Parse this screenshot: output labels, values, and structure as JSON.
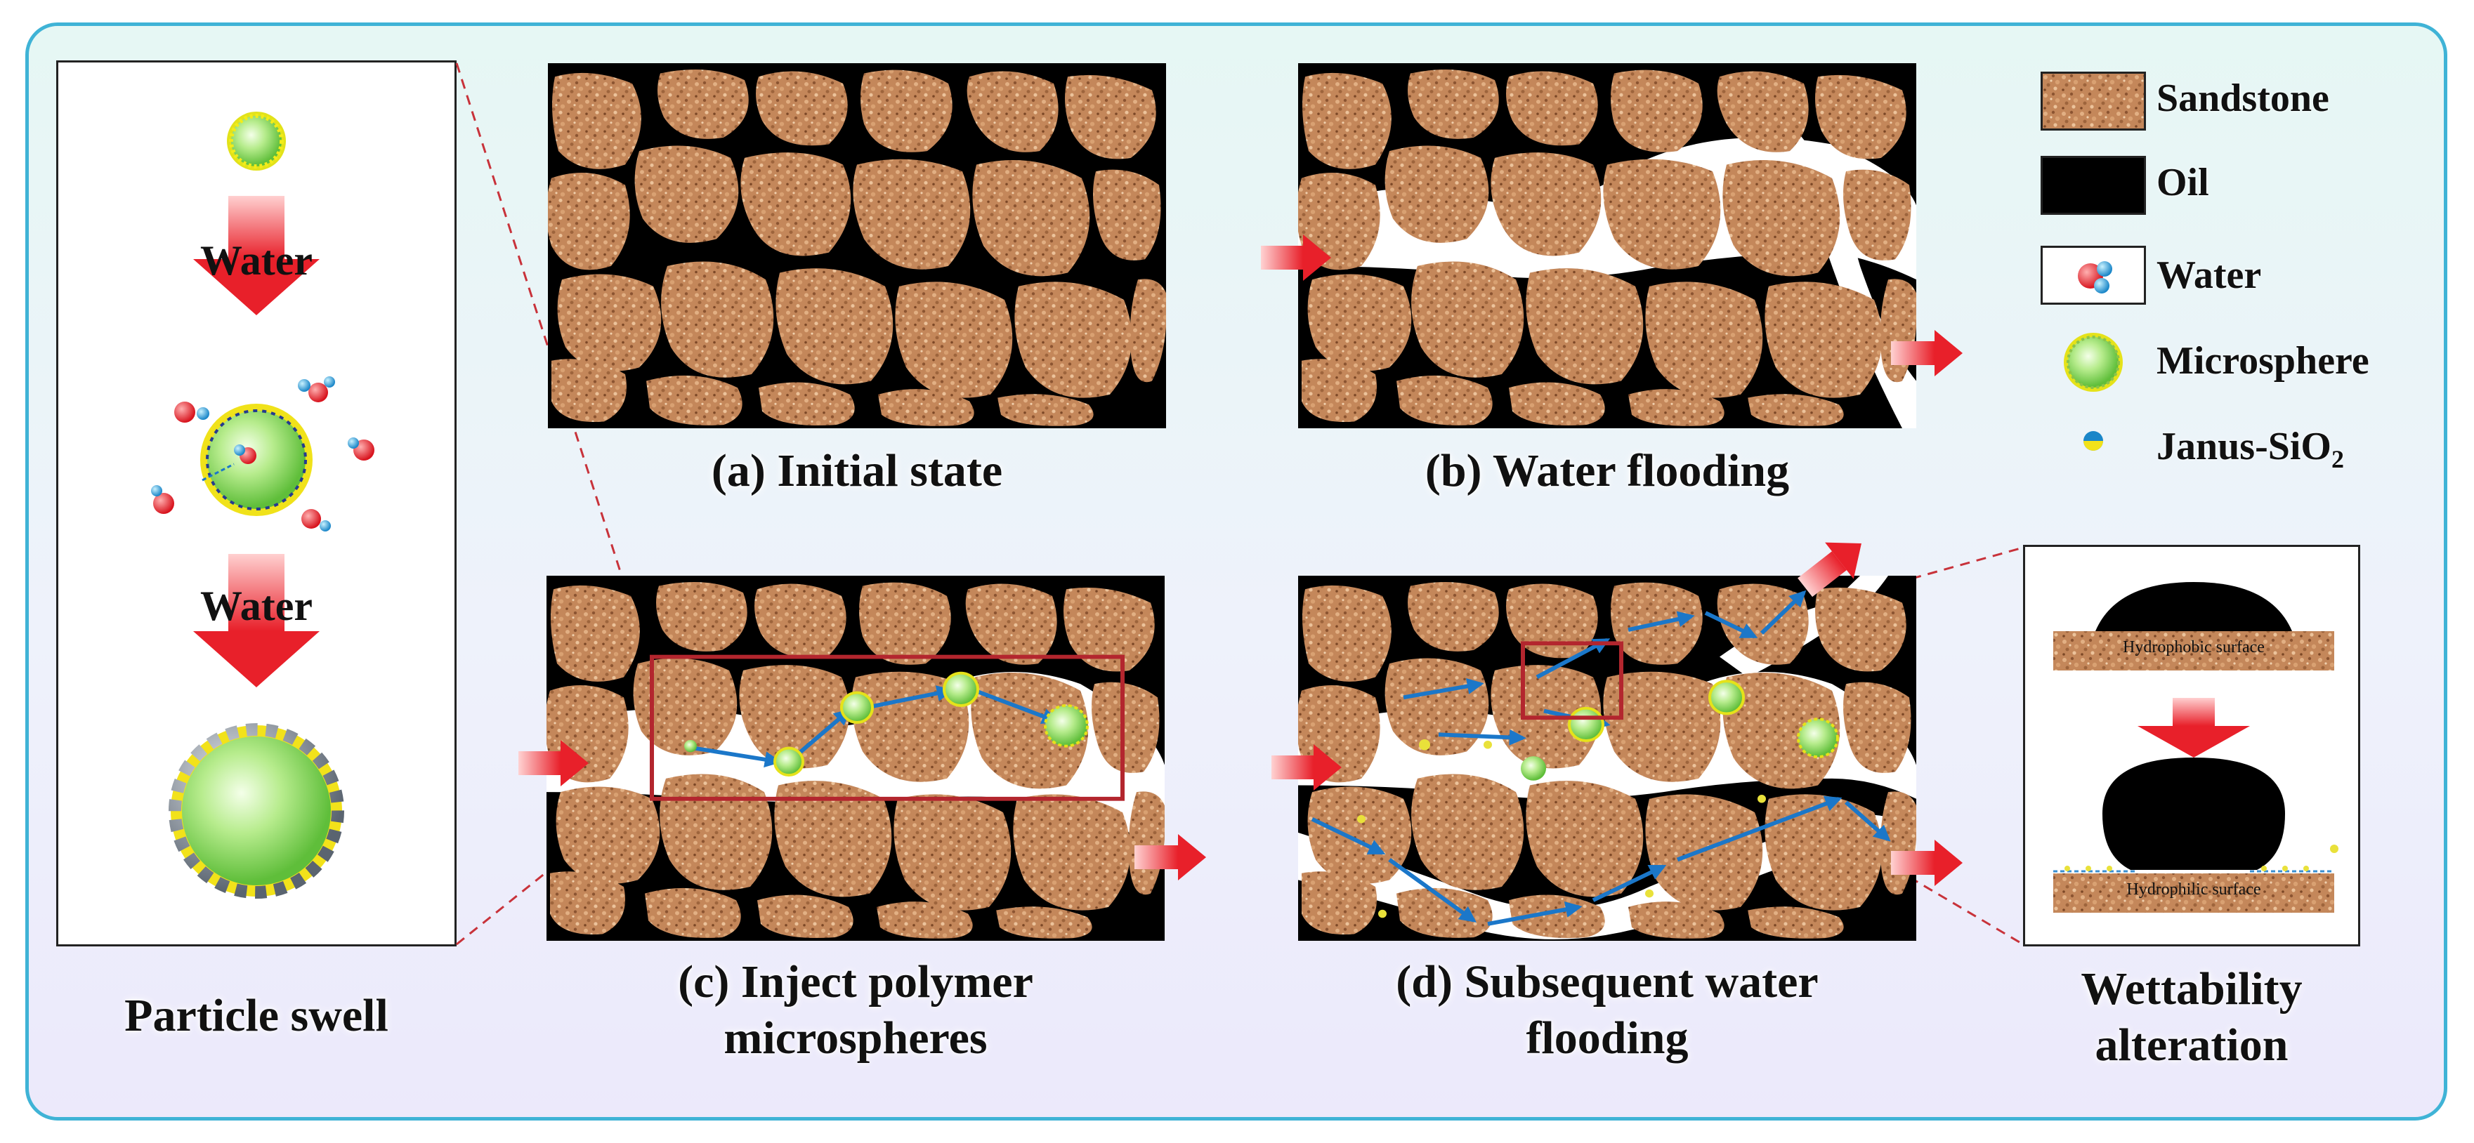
{
  "captions": {
    "a": "(a) Initial state",
    "b": "(b) Water flooding",
    "c_line1": "(c) Inject polymer",
    "c_line2": "microspheres",
    "d_line1": "(d) Subsequent water",
    "d_line2": "flooding",
    "left": "Particle swell",
    "right_line1": "Wettability",
    "right_line2": "alteration"
  },
  "swell": {
    "water_label_1": "Water",
    "water_label_2": "Water"
  },
  "wettability": {
    "top_surface": "Hydrophobic surface",
    "bottom_surface": "Hydrophilic surface"
  },
  "legend": {
    "items": [
      {
        "label": "Sandstone",
        "symbol": "sandstone-swatch"
      },
      {
        "label": "Oil",
        "symbol": "oil-swatch"
      },
      {
        "label": "Water",
        "symbol": "water-molecule-icon"
      },
      {
        "label": "Microsphere",
        "symbol": "microsphere-icon"
      },
      {
        "label": "Janus-SiO",
        "subscript": "2",
        "symbol": "janus-particle-icon"
      }
    ]
  },
  "colors": {
    "frame": "#3fb3d6",
    "sandstone": "#c98c5a",
    "oil": "#000000",
    "water": "#ffffff",
    "arrow_red": "#e8323a",
    "flow_arrow": "#1b77c9",
    "microsphere": "#7ed957",
    "highlight_box": "#b3262e"
  }
}
